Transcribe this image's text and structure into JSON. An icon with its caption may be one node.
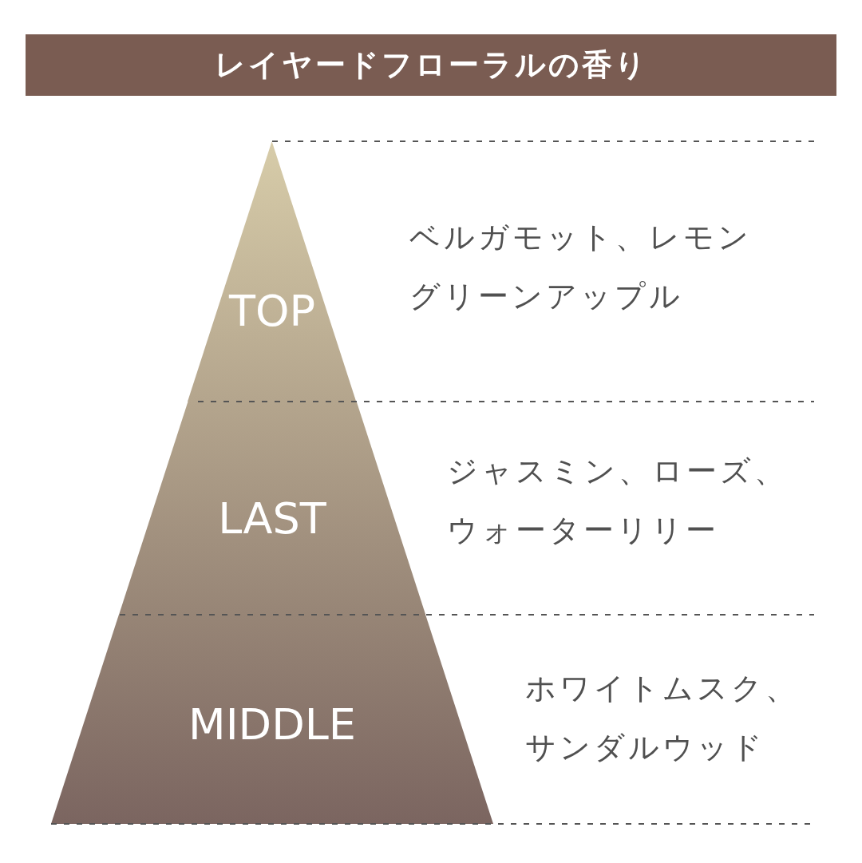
{
  "diagram": {
    "title": "レイヤードフローラルの香り",
    "nodes": [
      {
        "text": [
          "TOP"
        ],
        "beside": [
          "ベルガモット、レモン",
          "グリーンアップル"
        ]
      },
      {
        "text": [
          "LAST"
        ],
        "beside": [
          "ジャスミン、ローズ、ウォーターリリー"
        ]
      },
      {
        "text": [
          "MIDDLE"
        ],
        "beside": [
          "ホワイトムスク、サンダルウッド"
        ]
      }
    ]
  }
}
